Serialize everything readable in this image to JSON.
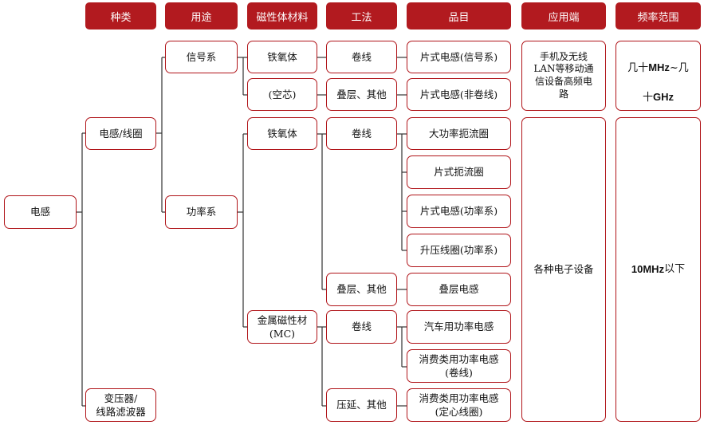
{
  "headers": {
    "category": "种类",
    "use": "用途",
    "material": "磁性体材料",
    "process": "工法",
    "product": "品目",
    "application": "应用端",
    "frequency": "频率范围"
  },
  "nodes": {
    "inductor": "电感",
    "coil": "电感/线圈",
    "transformer": "变压器/\n线路滤波器",
    "signal": "信号系",
    "power": "功率系",
    "ferrite1": "铁氧体",
    "aircore": "(空芯)",
    "ferrite2": "铁氧体",
    "metal": "金属磁性材\n(MC)",
    "wound1": "卷线",
    "stacked1": "叠层、其他",
    "wound2": "卷线",
    "stacked2": "叠层、其他",
    "wound3": "卷线",
    "pressed": "压延、其他",
    "chip_signal": "片式电感(信号系)",
    "chip_nonwound": "片式电感(非卷线)",
    "big_choke": "大功率扼流圈",
    "chip_choke": "片式扼流圈",
    "chip_power": "片式电感(功率系)",
    "boost_coil": "升压线圈(功率系)",
    "stacked_inductor": "叠层电感",
    "auto_power": "汽车用功率电感",
    "consumer_wound": "消费类用功率电感\n(卷线)",
    "consumer_core": "消费类用功率电感\n(定心线圈)"
  },
  "application": {
    "signal_line1": "手机及无线",
    "signal_line2": "LAN等移动通",
    "signal_line3": "信设备高频电",
    "signal_line4": "路",
    "power": "各种电子设备"
  },
  "frequency": {
    "signal_a": "几十",
    "signal_b": "MHz",
    "signal_c": "~几",
    "signal_d": "十",
    "signal_e": "GHz",
    "power_a": "10MHz",
    "power_b": "以下"
  }
}
